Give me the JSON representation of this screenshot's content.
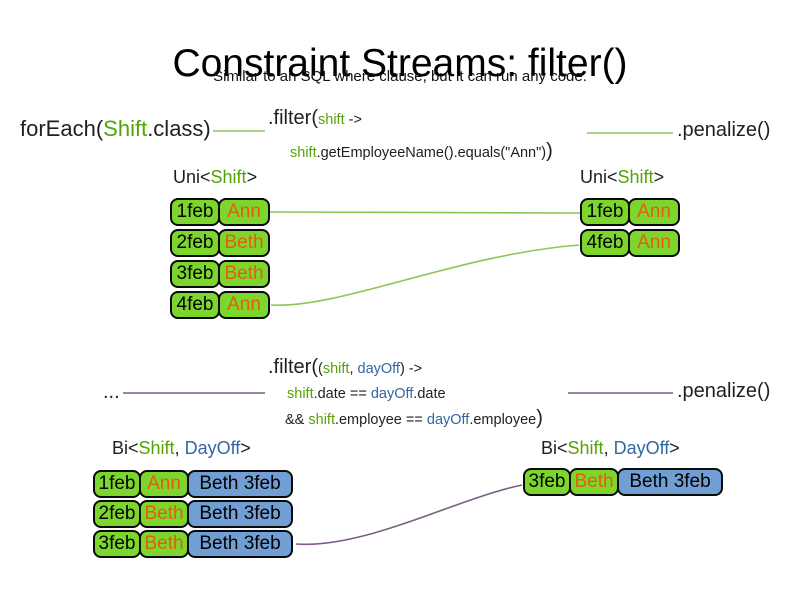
{
  "title": "Constraint Streams: filter()",
  "subtitle": "Similar to an SQL where clause, but it can run any code.",
  "colors": {
    "box_green": "#7cd62e",
    "box_blue": "#719fd4",
    "text_orange": "#e2600c",
    "text_green": "#55a306",
    "text_blue": "#3465a4",
    "line_green": "#8dc556",
    "line_purple": "#7a5d84"
  },
  "section1": {
    "foreach_pre": "forEach(",
    "foreach_type": "Shift",
    "foreach_post": ".class)",
    "filter_head": ".filter(",
    "filter_param": "shift",
    "filter_arrow": " ->",
    "body_param": "shift",
    "body_rest": ".getEmployeeName().equals(\"Ann\")",
    "body_close": ")",
    "penalize": ".penalize()",
    "left_label": {
      "pre": "Uni<",
      "type1": "Shift",
      "post": ">"
    },
    "right_label": {
      "pre": "Uni<",
      "type1": "Shift",
      "post": ">"
    },
    "left_rows": [
      [
        "1feb",
        "Ann"
      ],
      [
        "2feb",
        "Beth"
      ],
      [
        "3feb",
        "Beth"
      ],
      [
        "4feb",
        "Ann"
      ]
    ],
    "right_rows": [
      [
        "1feb",
        "Ann"
      ],
      [
        "4feb",
        "Ann"
      ]
    ]
  },
  "section2": {
    "dots": "...",
    "filter_head": ".filter(",
    "open_paren": "(",
    "param1": "shift",
    "comma": ", ",
    "param2": "dayOff",
    "close_arrow": ") ->",
    "l2_param1": "shift",
    "l2_mid": ".date == ",
    "l2_param2": "dayOff",
    "l2_end": ".date",
    "l3_pre": "&& ",
    "l3_param1": "shift",
    "l3_mid": ".employee == ",
    "l3_param2": "dayOff",
    "l3_end": ".employee",
    "l3_close": ")",
    "penalize": ".penalize()",
    "left_label": {
      "pre": "Bi<",
      "type1": "Shift",
      "comma": ", ",
      "type2": "DayOff",
      "post": ">"
    },
    "right_label": {
      "pre": "Bi<",
      "type1": "Shift",
      "comma": ", ",
      "type2": "DayOff",
      "post": ">"
    },
    "left_rows": [
      [
        "1feb",
        "Ann",
        "Beth 3feb"
      ],
      [
        "2feb",
        "Beth",
        "Beth 3feb"
      ],
      [
        "3feb",
        "Beth",
        "Beth 3feb"
      ]
    ],
    "right_rows": [
      [
        "3feb",
        "Beth",
        "Beth 3feb"
      ]
    ]
  }
}
